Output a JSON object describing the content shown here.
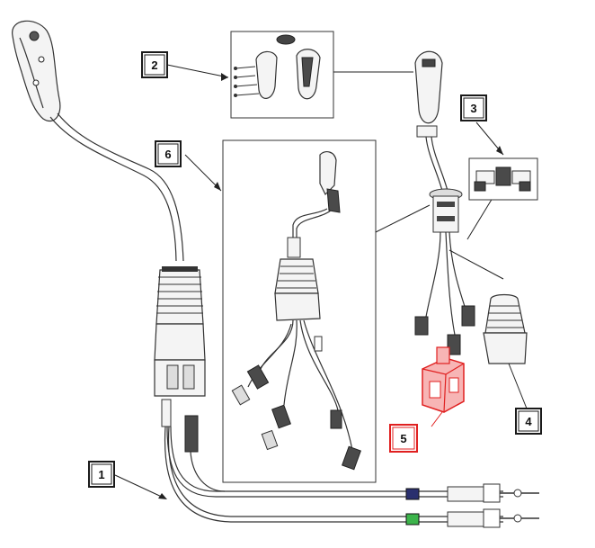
{
  "callouts": [
    {
      "label": "1"
    },
    {
      "label": "2"
    },
    {
      "label": "3"
    },
    {
      "label": "4"
    },
    {
      "label": "5"
    },
    {
      "label": "6"
    }
  ],
  "colors": {
    "highlight": "#e02020",
    "highlight_fill": "#f7b5b5",
    "line": "#222222",
    "band_blue": "#2a2f6e",
    "band_green": "#3cb44b"
  }
}
